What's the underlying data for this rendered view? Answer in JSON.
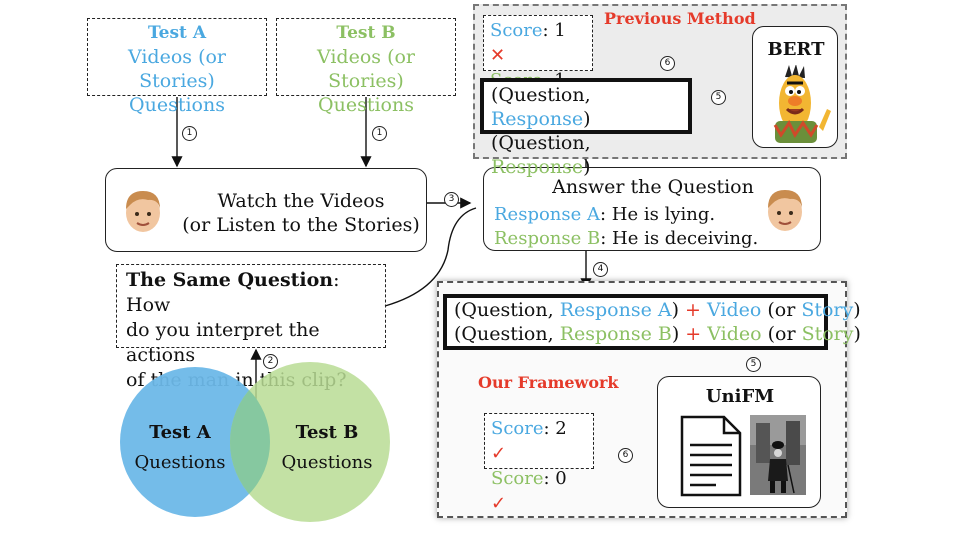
{
  "test_a": {
    "title": "Test A",
    "line1": "Videos (or Stories)",
    "line2": "Questions"
  },
  "test_b": {
    "title": "Test B",
    "line1": "Videos (or Stories)",
    "line2": "Questions"
  },
  "watch": {
    "line1": "Watch the Videos",
    "line2": "(or Listen to the Stories)"
  },
  "question": {
    "bold": "The Same Question",
    "rest1": ": How",
    "line2": "do you  interpret the actions",
    "line3": "of the man in this clip?"
  },
  "answer": {
    "title": "Answer the Question",
    "resp_a_label": "Response A",
    "resp_a_text": ": He is lying.",
    "resp_b_label": "Response B",
    "resp_b_text": ": He is deceiving."
  },
  "previous": {
    "title": "Previous Method",
    "score_label": "Score",
    "score_a": ": 1",
    "score_b": ": 1",
    "mark": "✕",
    "pair_open": "(Question, ",
    "pair_resp": "Response",
    "pair_close": ")",
    "model": "BERT"
  },
  "framework": {
    "title": "Our Framework",
    "model": "UniFM",
    "score_label": "Score",
    "score_a": ": 2",
    "score_b": ": 0",
    "check": "✓",
    "row_a": {
      "open": "(Question, ",
      "resp": "Response A",
      "close": ")",
      "plus": " + ",
      "video": "Video",
      "paren_open": " (or ",
      "story": "Story",
      "paren_close": ")"
    },
    "row_b": {
      "open": "(Question, ",
      "resp": "Response B",
      "close": ")",
      "plus": " + ",
      "video": "Video",
      "paren_open": " (or ",
      "story": "Story",
      "paren_close": ")"
    }
  },
  "venn": {
    "a_title": "Test A",
    "a_sub": "Questions",
    "b_title": "Test B",
    "b_sub": "Questions"
  },
  "steps": {
    "s1": "1",
    "s2": "2",
    "s3": "3",
    "s4": "4",
    "s5": "5",
    "s6": "6"
  },
  "colors": {
    "blue": "#4aa8e0",
    "green": "#8cc063",
    "red": "#e53a2a"
  },
  "icons": [
    "person-icon",
    "bert-character-icon",
    "document-icon",
    "movie-still-icon",
    "cross-icon",
    "check-icon"
  ]
}
